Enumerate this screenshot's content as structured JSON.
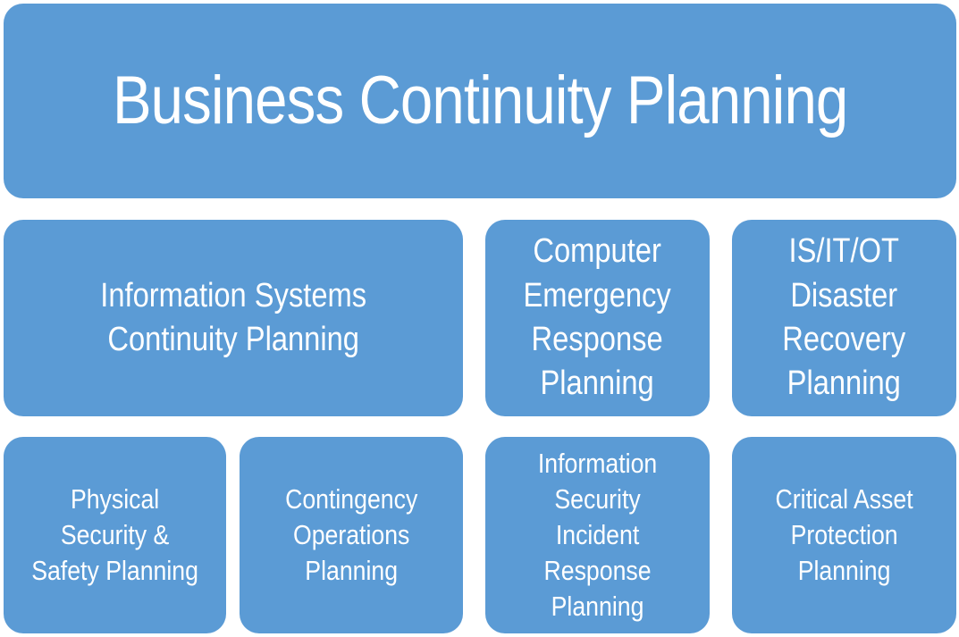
{
  "title": "Business Continuity Planning",
  "row1": {
    "iscp": "Information Systems\nContinuity Planning",
    "cerp": "Computer\nEmergency\nResponse\nPlanning",
    "dr": "IS/IT/OT\nDisaster\nRecovery\nPlanning"
  },
  "row2": {
    "phys": "Physical\nSecurity &\nSafety Planning",
    "cont": "Contingency\nOperations\nPlanning",
    "isir": "Information\nSecurity\nIncident\nResponse\nPlanning",
    "cap": "Critical Asset\nProtection\nPlanning"
  },
  "colors": {
    "box_fill": "#5b9bd5",
    "text": "#ffffff"
  }
}
